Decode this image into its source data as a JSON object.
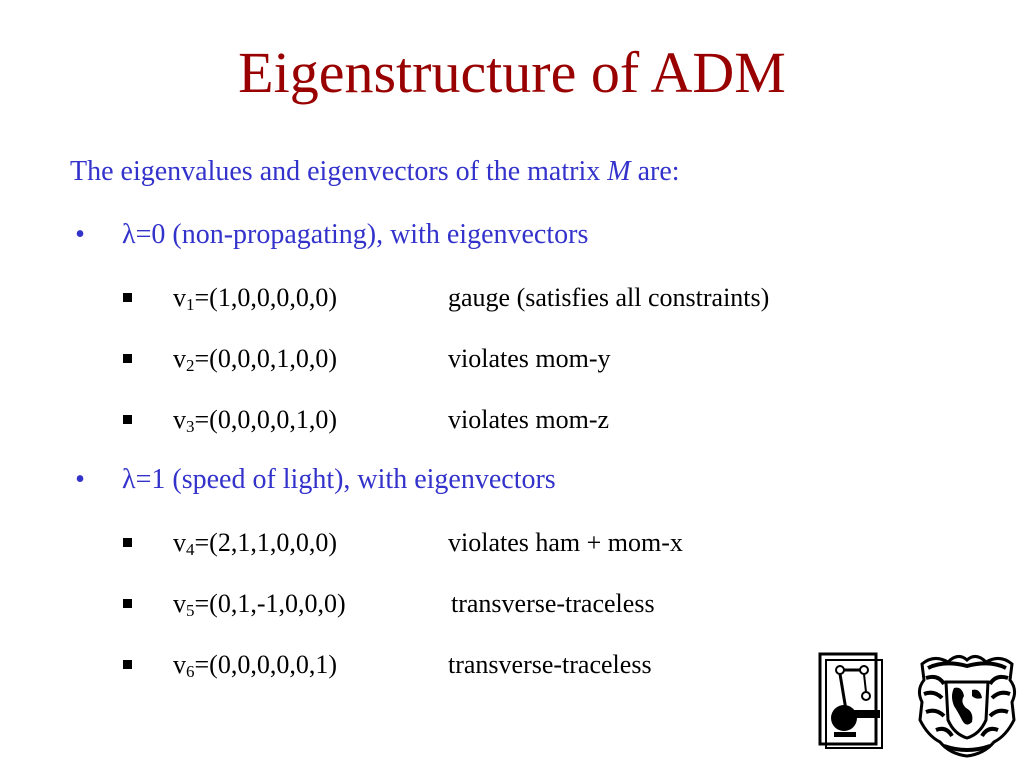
{
  "slide": {
    "title": "Eigenstructure of ADM",
    "intro_text": "The eigenvalues and eigenvectors of the matrix",
    "intro_symbol": "M",
    "intro_end": "are:",
    "bullets": [
      {
        "marker": "•",
        "text": "λ=0 (non-propagating), with eigenvectors",
        "items": [
          {
            "v": "v",
            "sub": "1",
            "vector": "=(1,0,0,0,0,0)",
            "description": "gauge (satisfies all constraints)"
          },
          {
            "v": "v",
            "sub": "2",
            "vector": "=(0,0,0,1,0,0)",
            "description": "violates mom-y"
          },
          {
            "v": "v",
            "sub": "3",
            "vector": "=(0,0,0,0,1,0)",
            "description": "violates mom-z"
          }
        ]
      },
      {
        "marker": "•",
        "text": "λ=1 (speed of light), with eigenvectors",
        "items": [
          {
            "v": "v",
            "sub": "4",
            "vector": "=(2,1,1,0,0,0)",
            "description": "violates ham + mom-x"
          },
          {
            "v": "v",
            "sub": "5",
            "vector": "=(0,1,-1,0,0,0)",
            "description": "transverse-traceless"
          },
          {
            "v": "v",
            "sub": "6",
            "vector": "=(0,0,0,0,0,1)",
            "description": "transverse-traceless"
          }
        ]
      }
    ]
  },
  "colors": {
    "title": "#990000",
    "body_blue": "#3333cc",
    "text_black": "#000000"
  },
  "logos": {
    "left_icon": "institute-seal-icon",
    "right_icon": "university-coat-of-arms-icon"
  }
}
